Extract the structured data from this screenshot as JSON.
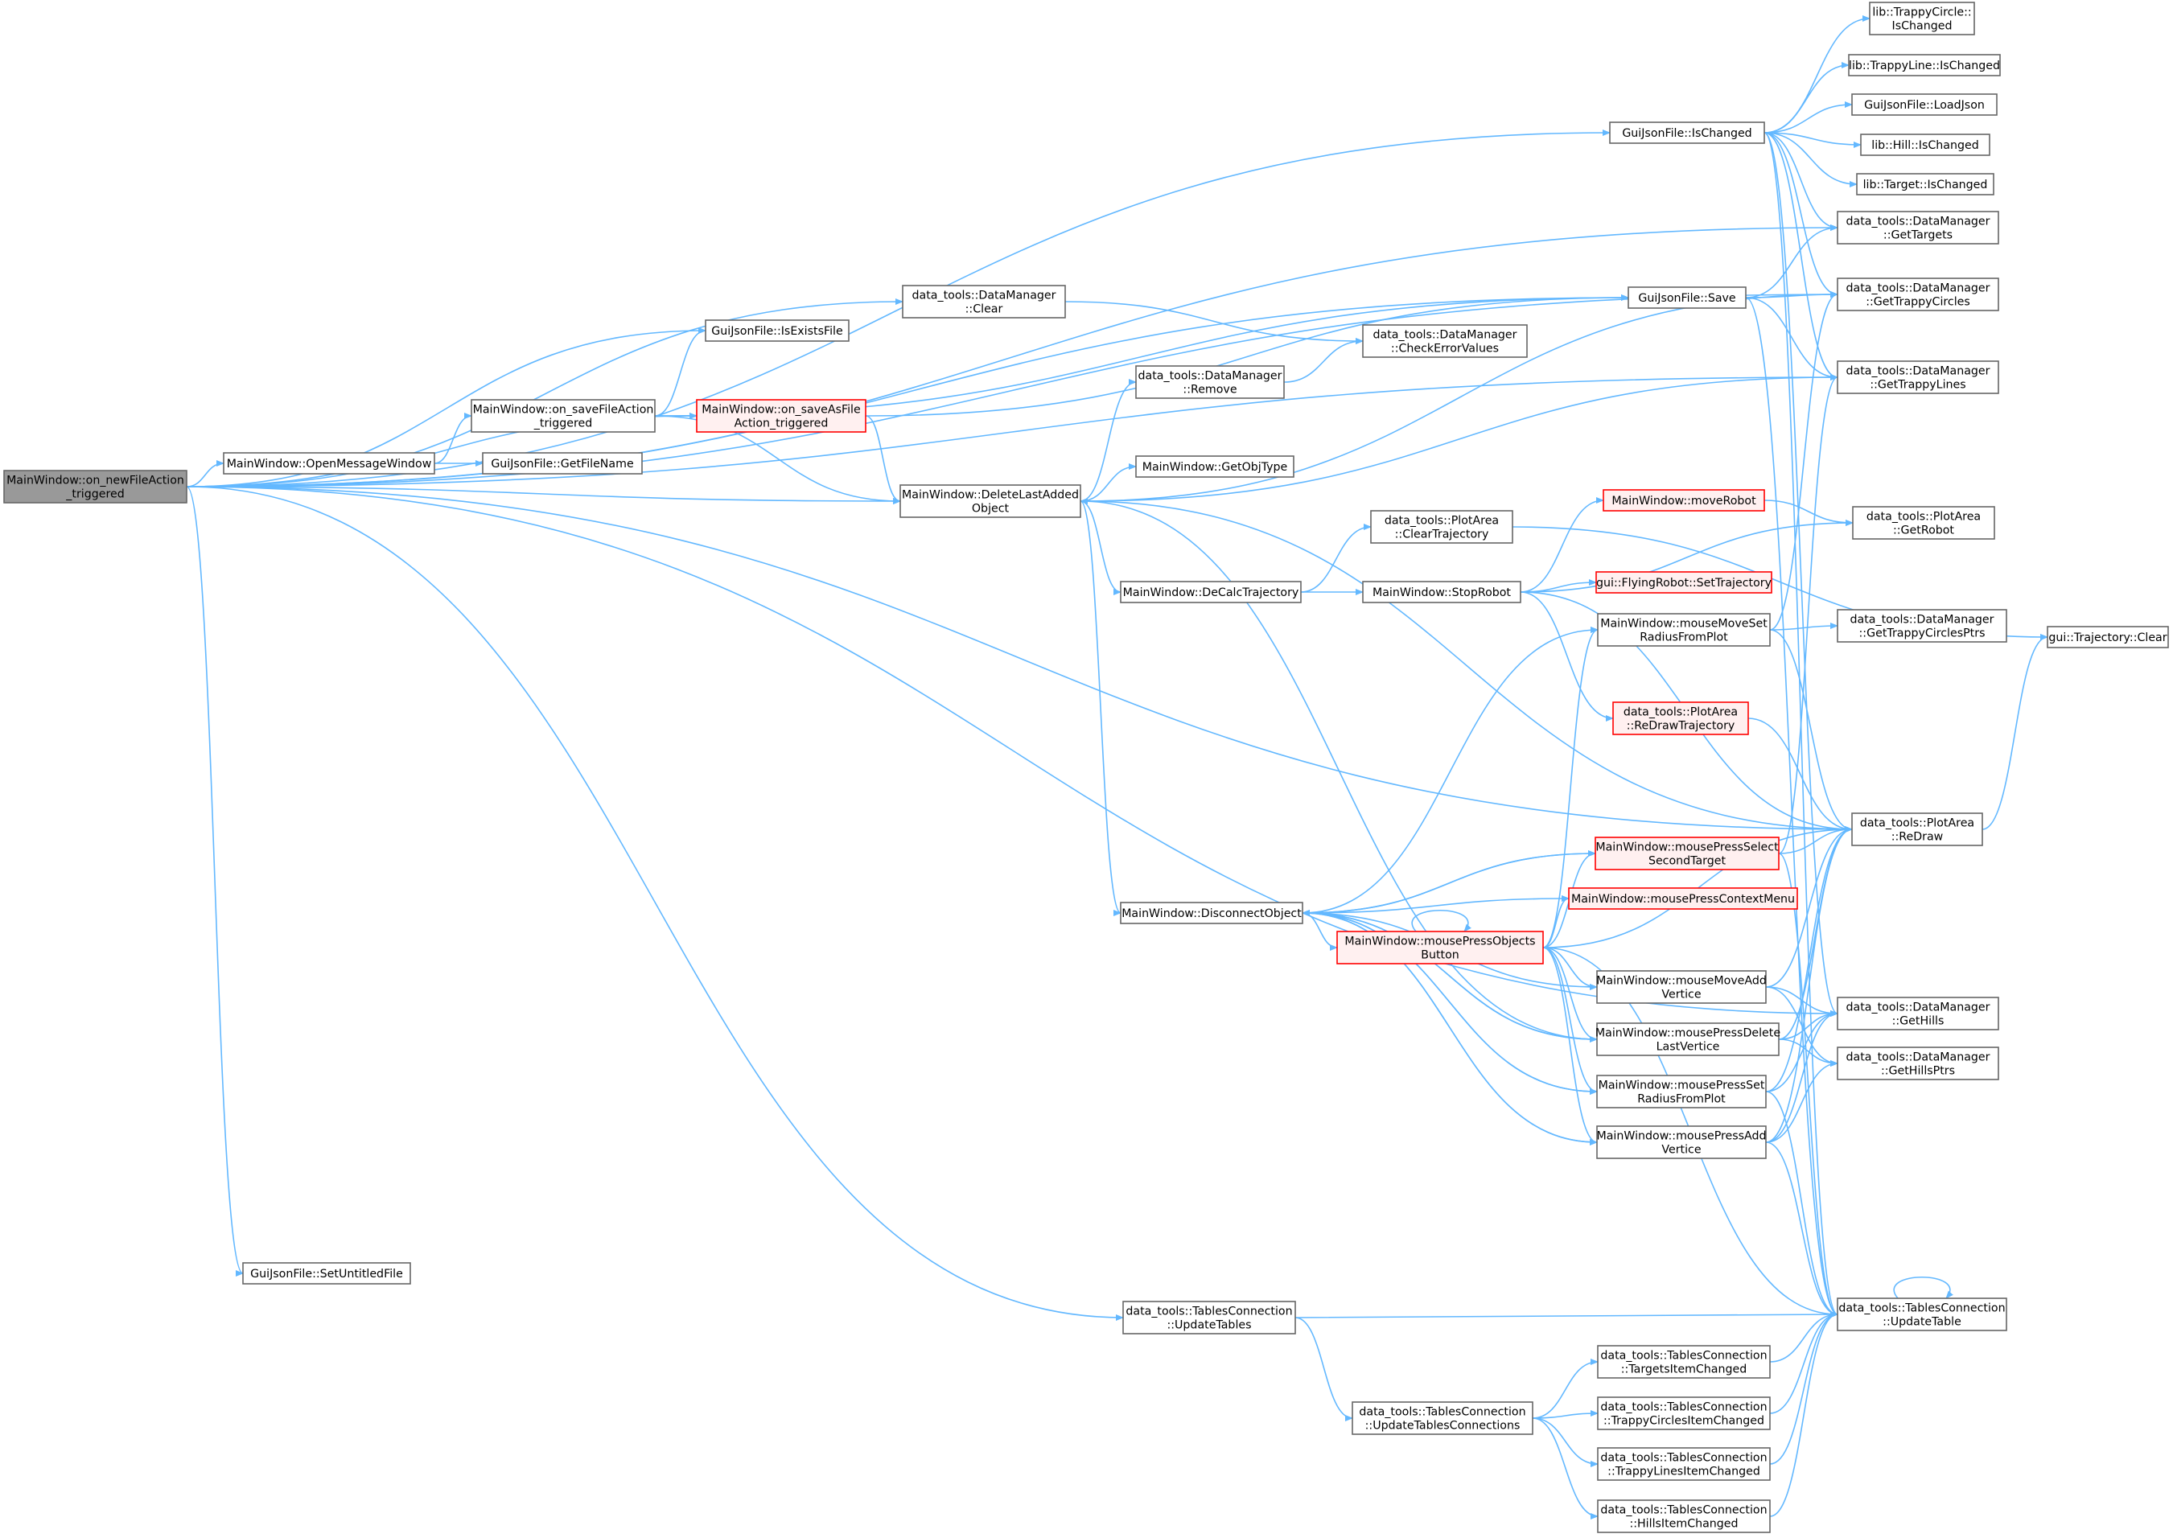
{
  "colors": {
    "edge": "#63b8ff",
    "node_fill": "#ffffff",
    "node_border": "#666666",
    "root_fill": "#999999",
    "root_border": "#666666",
    "red_fill": "#fff0f0",
    "red_border": "#ff0000"
  },
  "nodes": {
    "root": [
      "MainWindow::on_newFileAction",
      "_triggered"
    ],
    "setUntitled": [
      "GuiJsonFile::SetUntitledFile"
    ],
    "openMsg": [
      "MainWindow::OpenMessageWindow"
    ],
    "getFileName": [
      "GuiJsonFile::GetFileName"
    ],
    "saveFile": [
      "MainWindow::on_saveFileAction",
      "_triggered"
    ],
    "isExists": [
      "GuiJsonFile::IsExistsFile"
    ],
    "saveAs": [
      "MainWindow::on_saveAsFile",
      "Action_triggered"
    ],
    "dmClear": [
      "data_tools::DataManager",
      "::Clear"
    ],
    "deleteLast": [
      "MainWindow::DeleteLastAdded",
      "Object"
    ],
    "dmRemove": [
      "data_tools::DataManager",
      "::Remove"
    ],
    "getObjType": [
      "MainWindow::GetObjType"
    ],
    "deCalc": [
      "MainWindow::DeCalcTrajectory"
    ],
    "disconnect": [
      "MainWindow::DisconnectObject"
    ],
    "tablesUpdate": [
      "data_tools::TablesConnection",
      "::UpdateTables"
    ],
    "checkErr": [
      "data_tools::DataManager",
      "::CheckErrorValues"
    ],
    "clearTraj": [
      "data_tools::PlotArea",
      "::ClearTrajectory"
    ],
    "stopRobot": [
      "MainWindow::StopRobot"
    ],
    "mpObjects": [
      "MainWindow::mousePressObjects",
      "Button"
    ],
    "updConn": [
      "data_tools::TablesConnection",
      "::UpdateTablesConnections"
    ],
    "jsonIsChanged": [
      "GuiJsonFile::IsChanged"
    ],
    "jsonSave": [
      "GuiJsonFile::Save"
    ],
    "moveRobot": [
      "MainWindow::moveRobot"
    ],
    "setTraj": [
      "gui::FlyingRobot::SetTrajectory"
    ],
    "mmSetRadius": [
      "MainWindow::mouseMoveSet",
      "RadiusFromPlot"
    ],
    "redrawTraj": [
      "data_tools::PlotArea",
      "::ReDrawTrajectory"
    ],
    "mpSelect": [
      "MainWindow::mousePressSelect",
      "SecondTarget"
    ],
    "mpContext": [
      "MainWindow::mousePressContextMenu"
    ],
    "mmAddV": [
      "MainWindow::mouseMoveAdd",
      "Vertice"
    ],
    "mpDelLast": [
      "MainWindow::mousePressDelete",
      "LastVertice"
    ],
    "mpSetRadius": [
      "MainWindow::mousePressSet",
      "RadiusFromPlot"
    ],
    "mpAddV": [
      "MainWindow::mousePressAdd",
      "Vertice"
    ],
    "targetsItem": [
      "data_tools::TablesConnection",
      "::TargetsItemChanged"
    ],
    "circlesItem": [
      "data_tools::TablesConnection",
      "::TrappyCirclesItemChanged"
    ],
    "linesItem": [
      "data_tools::TablesConnection",
      "::TrappyLinesItemChanged"
    ],
    "hillsItem": [
      "data_tools::TablesConnection",
      "::HillsItemChanged"
    ],
    "circleChanged": [
      "lib::TrappyCircle::",
      "IsChanged"
    ],
    "lineChanged": [
      "lib::TrappyLine::IsChanged"
    ],
    "loadJson": [
      "GuiJsonFile::LoadJson"
    ],
    "hillChanged": [
      "lib::Hill::IsChanged"
    ],
    "targetChanged": [
      "lib::Target::IsChanged"
    ],
    "getTargets": [
      "data_tools::DataManager",
      "::GetTargets"
    ],
    "getCircles": [
      "data_tools::DataManager",
      "::GetTrappyCircles"
    ],
    "getLines": [
      "data_tools::DataManager",
      "::GetTrappyLines"
    ],
    "getRobot": [
      "data_tools::PlotArea",
      "::GetRobot"
    ],
    "getCirclesPtrs": [
      "data_tools::DataManager",
      "::GetTrappyCirclesPtrs"
    ],
    "redraw": [
      "data_tools::PlotArea",
      "::ReDraw"
    ],
    "getHills": [
      "data_tools::DataManager",
      "::GetHills"
    ],
    "getHillsPtrs": [
      "data_tools::DataManager",
      "::GetHillsPtrs"
    ],
    "updateTable": [
      "data_tools::TablesConnection",
      "::UpdateTable"
    ],
    "trajClear": [
      "gui::Trajectory::Clear"
    ]
  }
}
